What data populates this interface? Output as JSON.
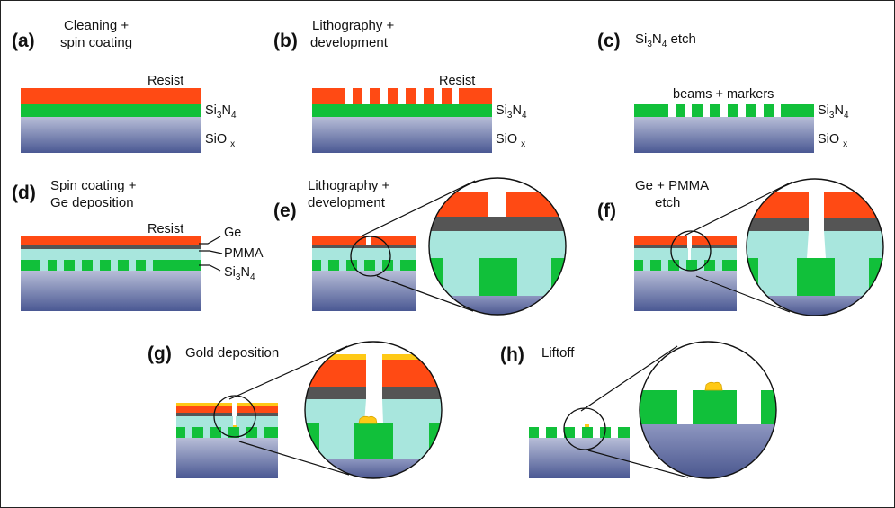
{
  "colors": {
    "resist": "#ff4a14",
    "nitride": "#11c03a",
    "oxide_top": "#b4bad6",
    "oxide_bottom": "#4c5a94",
    "pmma": "#a8e6dd",
    "ge": "#555555",
    "gold": "#ffc916",
    "outline": "#111111"
  },
  "panels": {
    "a": {
      "tag": "(a)",
      "title_l1": "Cleaning +",
      "title_l2": "spin coating",
      "resist": "Resist",
      "si": "Si",
      "sub3": "3",
      "n": "N",
      "sub4": "4",
      "sio": "SiO",
      "subx": "x"
    },
    "b": {
      "tag": "(b)",
      "title_l1": "Lithography +",
      "title_l2": "development",
      "resist": "Resist",
      "si": "Si",
      "sub3": "3",
      "n": "N",
      "sub4": "4",
      "sio": "SiO",
      "subx": "x"
    },
    "c": {
      "tag": "(c)",
      "title_si": "Si",
      "title_sub3": "3",
      "title_rest": "N",
      "title_sub4": "4",
      "title_etch": " etch",
      "beams": "beams + markers",
      "si": "Si",
      "sub3": "3",
      "n": "N",
      "sub4": "4",
      "sio": "SiO",
      "subx": "x"
    },
    "d": {
      "tag": "(d)",
      "title_l1": "Spin coating +",
      "title_l2": "Ge deposition",
      "resist": "Resist",
      "ge": "Ge",
      "pmma": "PMMA",
      "si": "Si",
      "sub3": "3",
      "n": "N",
      "sub4": "4"
    },
    "e": {
      "tag": "(e)",
      "title_l1": "Lithography +",
      "title_l2": "development"
    },
    "f": {
      "tag": "(f)",
      "title_l1": "Ge + PMMA",
      "title_l2": "etch"
    },
    "g": {
      "tag": "(g)",
      "title": "Gold deposition"
    },
    "h": {
      "tag": "(h)",
      "title": "Liftoff"
    }
  }
}
